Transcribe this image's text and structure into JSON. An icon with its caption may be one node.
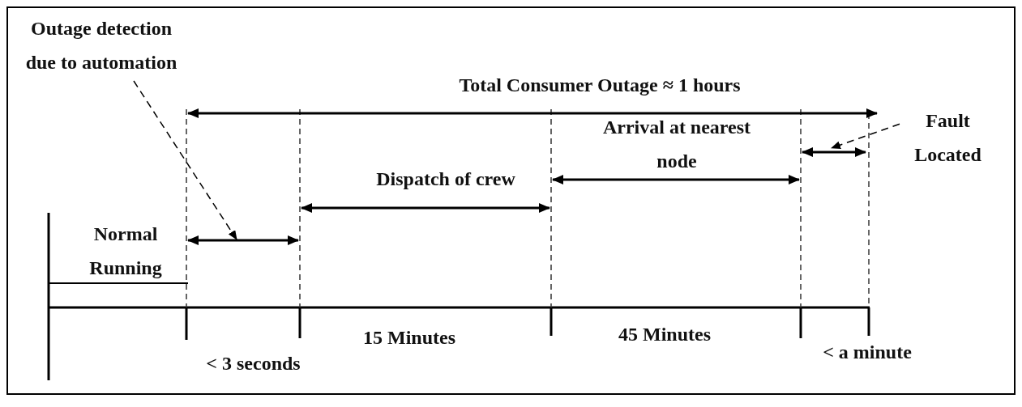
{
  "diagram": {
    "nodes": [
      {
        "text": [
          "Outage detection due to automation"
        ]
      },
      {
        "text": [
          "Fault Located"
        ]
      }
    ],
    "edges": [
      {
        "from": 0,
        "to": null,
        "arrow": "to",
        "style": "dashed"
      },
      {
        "from": 1,
        "to": null,
        "arrow": "to",
        "style": "dashed"
      }
    ],
    "labels": [
      "Total Consumer Outage ≈ 1 hours",
      "Arrival at nearest node",
      "Dispatch of crew",
      "Normal Running",
      "15 Minutes",
      "45 Minutes",
      "< 3 seconds",
      "< a minute"
    ]
  }
}
